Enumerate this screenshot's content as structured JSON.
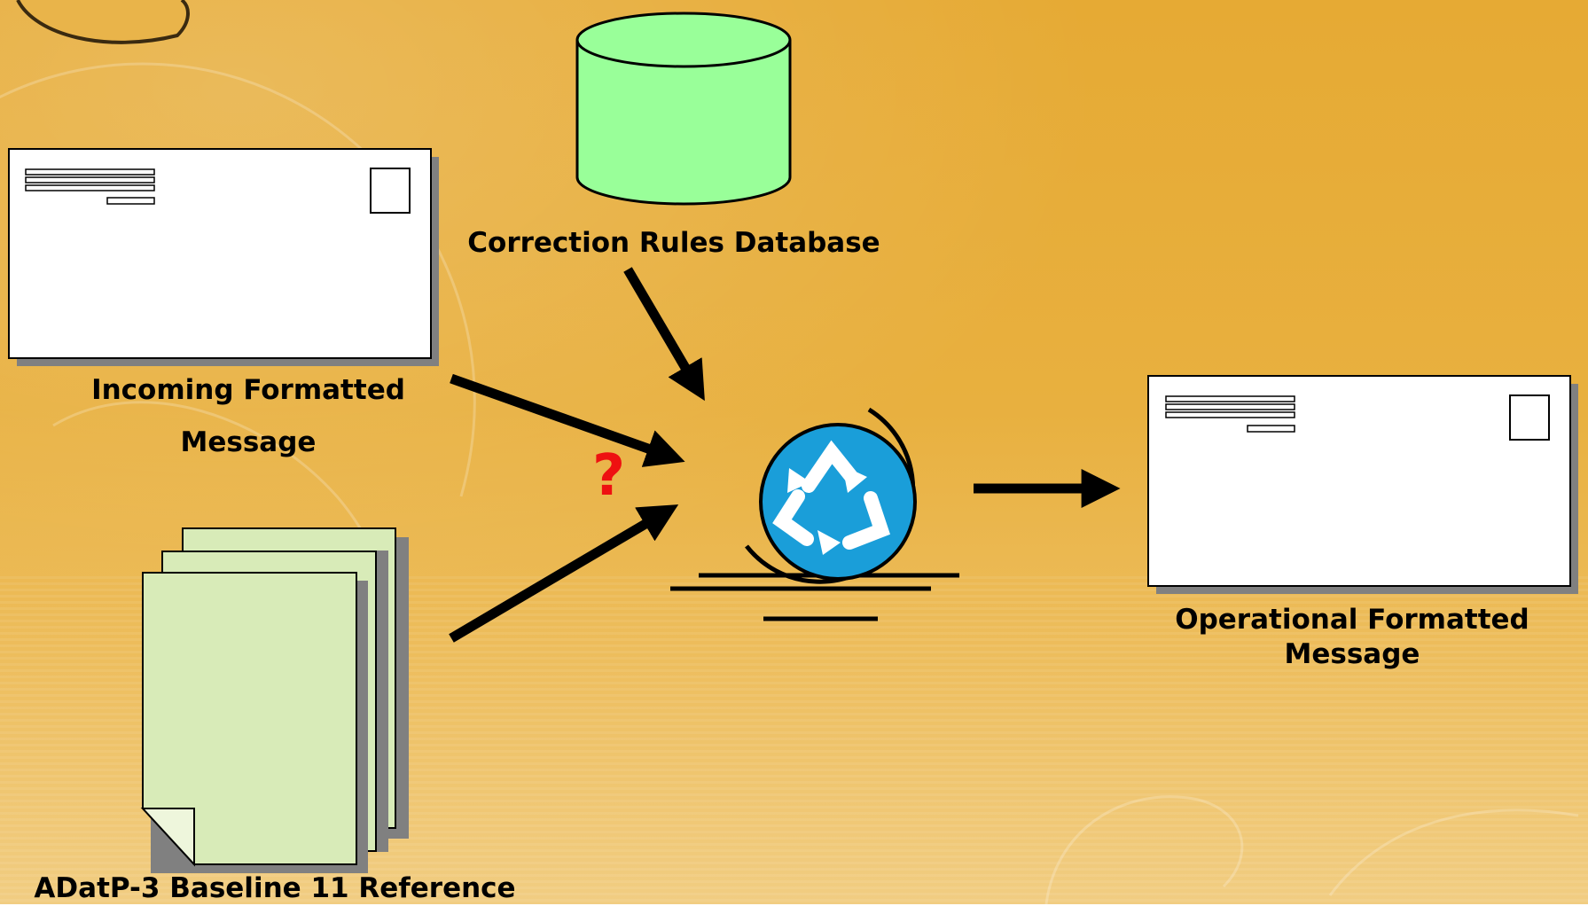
{
  "labels": {
    "database": "Correction Rules Database",
    "incoming_line1": "Incoming Formatted",
    "incoming_line2": "Message",
    "operational_line1": "Operational Formatted",
    "operational_line2": "Message",
    "reference": "ADatP-3 Baseline 11 Reference",
    "unknown_marker": "?"
  },
  "colors": {
    "background": "#e8b03f",
    "database_fill": "#99ff99",
    "document_fill": "#d8ebb8",
    "recycle_blue": "#1a9ed9",
    "question_mark": "#ee1111"
  },
  "icons": [
    "database-icon",
    "envelope-icon",
    "document-stack-icon",
    "recycle-icon",
    "arrow-icon"
  ]
}
